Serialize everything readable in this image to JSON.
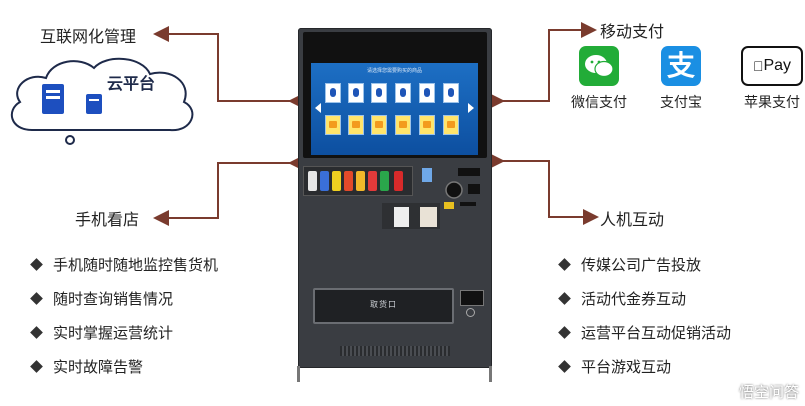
{
  "labels": {
    "internet_management": "互联网化管理",
    "cloud_platform": "云平台",
    "mobile_payment": "移动支付",
    "mobile_shop": "手机看店",
    "human_machine_interaction": "人机互动"
  },
  "payments": [
    {
      "label": "微信支付",
      "icon": "wechat-pay-icon",
      "color": "#22ac38"
    },
    {
      "label": "支付宝",
      "icon": "alipay-icon",
      "color": "#1a8fe3"
    },
    {
      "label": "苹果支付",
      "icon": "apple-pay-icon",
      "color": "#111111",
      "mark": "Pay"
    }
  ],
  "left_features": [
    "手机随时随地监控售货机",
    "随时查询销售情况",
    "实时掌握运营统计",
    "实时故障告警"
  ],
  "right_features": [
    "传媒公司广告投放",
    "活动代金券互动",
    "运营平台互动促销活动",
    "平台游戏互动"
  ],
  "machine": {
    "screen_title": "请选择您需要购买的商品",
    "pickup_text": "取货口"
  },
  "watermark": "悟空问答",
  "colors": {
    "arrow": "#7a3b2e",
    "machine_body": "#3a3d42",
    "screen": "#1d6fc4"
  }
}
